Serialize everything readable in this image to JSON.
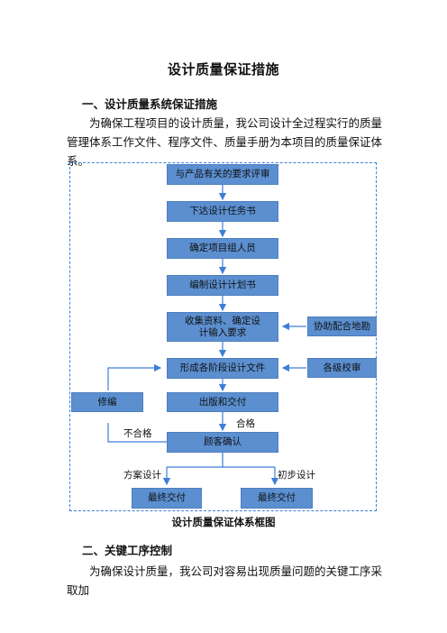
{
  "document": {
    "title": "设计质量保证措施",
    "section1_heading": "一、设计质量系统保证措施",
    "section1_para": "为确保工程项目的设计质量，我公司设计全过程实行的质量管理体系工作文件、程序文件、质量手册为本项目的质量保证体系。",
    "figure_caption": "设计质量保证体系框图",
    "section2_heading": "二、关键工序控制",
    "section2_para": "为确保设计质量，我公司对容易出现质量问题的关键工序采取加"
  },
  "flowchart": {
    "nodes": {
      "review": "与产品有关的要求评审",
      "task": "下达设计任务书",
      "team": "确定项目组人员",
      "plan": "编制设计计划书",
      "collect": "收集资料、确定设计输入要求",
      "survey": "协助配合地勘",
      "docs": "形成各阶段设计文件",
      "proofread": "各级校审",
      "revise": "修编",
      "publish": "出版和交付",
      "confirm": "顾客确认",
      "final_left": "最终交付",
      "final_right": "最终交付"
    },
    "labels": {
      "pass": "合格",
      "fail": "不合格",
      "scheme": "方案设计",
      "preliminary": "初步设计"
    }
  },
  "colors": {
    "box_fill": "#5b8fd0",
    "arrow": "#3d7fd8",
    "frame": "#3d7fd8"
  }
}
